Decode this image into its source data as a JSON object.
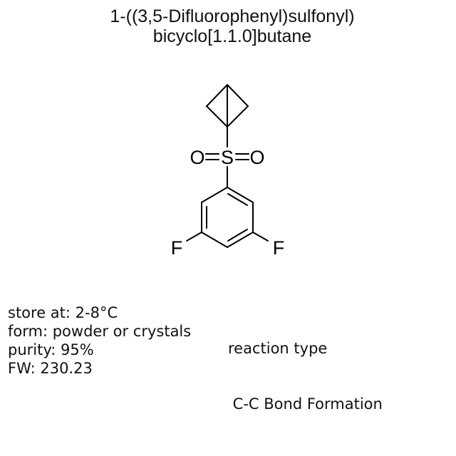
{
  "compound": {
    "name_line1": "1-((3,5-Difluorophenyl)sulfonyl)",
    "name_line2": "bicyclo[1.1.0]butane"
  },
  "structure": {
    "atoms": {
      "sulfur": "S",
      "oxygen_left": "O",
      "oxygen_right": "O",
      "fluorine_left": "F",
      "fluorine_right": "F"
    },
    "fragments": [
      "bicyclo[1.1.0]butane",
      "sulfonyl",
      "3,5-difluorophenyl"
    ]
  },
  "properties": {
    "store_at": "store at: 2-8°C",
    "form": "form: powder or crystals",
    "purity": "purity: 95%",
    "fw": "FW: 230.23"
  },
  "reaction": {
    "label": "reaction type",
    "value": " C-C Bond Formation"
  }
}
